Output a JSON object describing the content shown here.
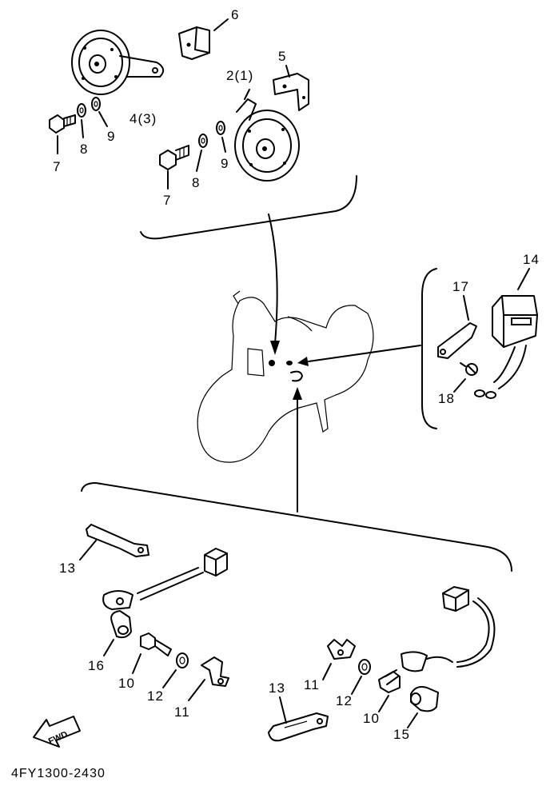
{
  "labels": {
    "p6": "6",
    "p5": "5",
    "p2": "2(1)",
    "p4": "4(3)",
    "p7a": "7",
    "p8a": "8",
    "p9a": "9",
    "p7b": "7",
    "p8b": "8",
    "p9b": "9",
    "p14": "14",
    "p17": "17",
    "p18": "18",
    "p13a": "13",
    "p16": "16",
    "p10a": "10",
    "p12a": "12",
    "p11a": "11",
    "p11b": "11",
    "p12b": "12",
    "p10b": "10",
    "p13b": "13",
    "p15": "15"
  },
  "fwd": "FWD",
  "drawing_code": "4FY1300-2430"
}
